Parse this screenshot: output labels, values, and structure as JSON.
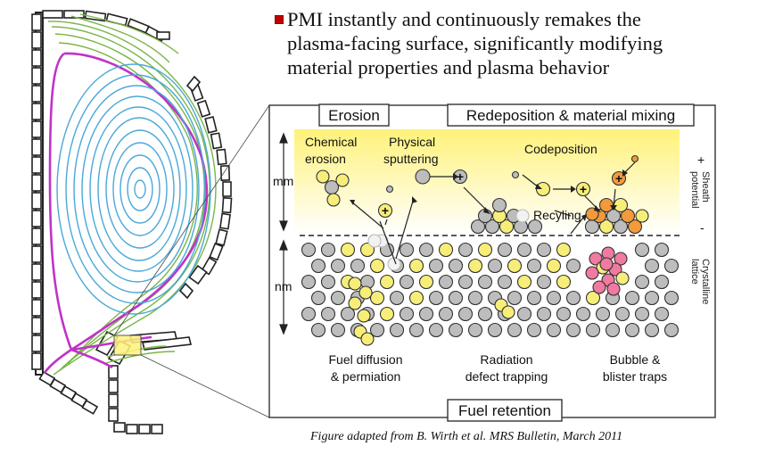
{
  "headline": {
    "bullet_color": "#c00000",
    "lines": [
      "PMI instantly and continuously remakes the",
      "plasma-facing surface, significantly modifying",
      "material properties and plasma behavior"
    ]
  },
  "diagram": {
    "top_labels": {
      "erosion": "Erosion",
      "redeposition": "Redeposition & material mixing"
    },
    "process_labels": {
      "chemical_erosion": [
        "Chemical",
        "erosion"
      ],
      "physical_sputtering": [
        "Physical",
        "sputtering"
      ],
      "codeposition": "Codeposition",
      "recycling": "Recyling"
    },
    "bottom_labels": {
      "fuel_diffusion": [
        "Fuel diffusion",
        "& permiation"
      ],
      "radiation_defect": [
        "Radiation",
        "defect trapping"
      ],
      "bubble_blister": [
        "Bubble &",
        "blister traps"
      ],
      "fuel_retention": "Fuel retention"
    },
    "scale_labels": {
      "mm": "mm",
      "nm": "nm"
    },
    "right_labels": {
      "sheath_potential": "Sheath potential",
      "plus": "+",
      "minus": "-",
      "crystalline_lattice": "Crystalline lattice"
    },
    "ion_symbol": "+",
    "colors": {
      "lattice_atom": "#bdbdbd",
      "fuel_atom": "#f7ee7a",
      "impurity_atom": "#f29a3c",
      "bubble_atom": "#f07aa0",
      "sheath_gradient_top": "#fff27a",
      "separatrix": "#c033c8",
      "flux_surface": "#4aa8d8",
      "sol_line": "#7ab648"
    }
  },
  "caption": "Figure adapted from B. Wirth et al. MRS Bulletin, March 2011"
}
